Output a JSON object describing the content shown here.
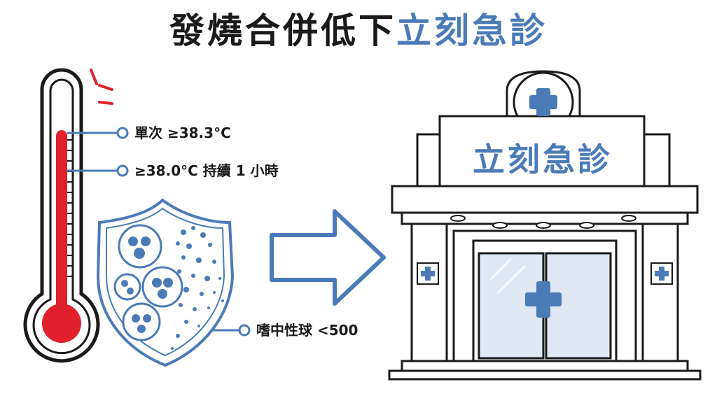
{
  "title": {
    "part1": "發燒合併低下",
    "part2": "立刻急診"
  },
  "criteria": {
    "single_reading": "單次 ≥38.3°C",
    "sustained": "≥38.0°C 持續 1 小時",
    "neutrophil": "嗜中性球 <500"
  },
  "hospital": {
    "sign": "立刻急診"
  },
  "icons": {
    "thermometer": "thermometer-icon",
    "shield": "shield-icon",
    "arrow": "right-arrow-icon",
    "hospital": "hospital-building-icon",
    "medical_cross": "medical-cross-icon"
  },
  "colors": {
    "accent_blue": "#4a7bb7",
    "mercury_red": "#e0202a",
    "outline": "#1a1a1a"
  }
}
